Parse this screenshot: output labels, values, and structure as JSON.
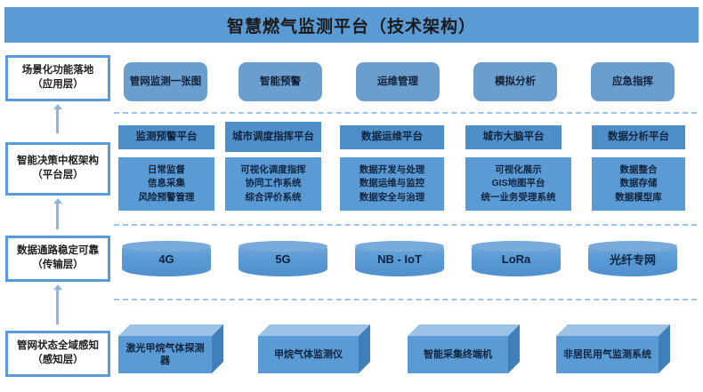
{
  "header": {
    "title": "智慧燃气监测平台（技术架构）"
  },
  "layers": [
    {
      "key": "application",
      "label": "场景化功能落地\n（应用层）"
    },
    {
      "key": "platform",
      "label": "智能决策中枢架构（平台层）"
    },
    {
      "key": "transmission",
      "label": "数据通路稳定可靠（传输层）"
    },
    {
      "key": "perception",
      "label": "管网状态全域感知（感知层）"
    }
  ],
  "application_layer": {
    "items": [
      {
        "label": "管网监测一张图"
      },
      {
        "label": "智能预警"
      },
      {
        "label": "运维管理"
      },
      {
        "label": "模拟分析"
      },
      {
        "label": "应急指挥"
      }
    ]
  },
  "platform_layer": {
    "columns": [
      {
        "title": "监测预警平台",
        "items": "日常监督\n信息采集\n风险预警管理"
      },
      {
        "title": "城市调度指挥平台",
        "items": "可视化调度指挥\n协同工作系统\n综合评价系统"
      },
      {
        "title": "数据运维平台",
        "items": "数据开发与处理\n数据运维与监控\n数据安全与治理"
      },
      {
        "title": "城市大脑平台",
        "items": "可视化展示\nGIS地图平台\n统一业务受理系统"
      },
      {
        "title": "数据分析平台",
        "items": "数据整合\n数据存储\n数据模型库"
      }
    ]
  },
  "transmission_layer": {
    "items": [
      {
        "label": "4G"
      },
      {
        "label": "5G"
      },
      {
        "label": "NB - IoT"
      },
      {
        "label": "LoRa"
      },
      {
        "label": "光纤专网"
      }
    ]
  },
  "perception_layer": {
    "items": [
      {
        "label": "激光甲烷气体探测器"
      },
      {
        "label": "甲烷气体监测仪"
      },
      {
        "label": "智能采集终端机"
      },
      {
        "label": "非居民用气监测系统"
      }
    ]
  },
  "colors": {
    "title_bar": "#5b9bd5",
    "accent": "#5b9bd5",
    "pill": "#6a9ecd",
    "platform_head": "#4e8fca",
    "platform_body": "#5b9bd5",
    "separator": "#9dc3e6",
    "arrow": "#8eb4e3",
    "cube_top": "#9cc3e5",
    "cube_side": "#3f7fba",
    "text": "#10243d",
    "page_bg": "#ffffff"
  }
}
